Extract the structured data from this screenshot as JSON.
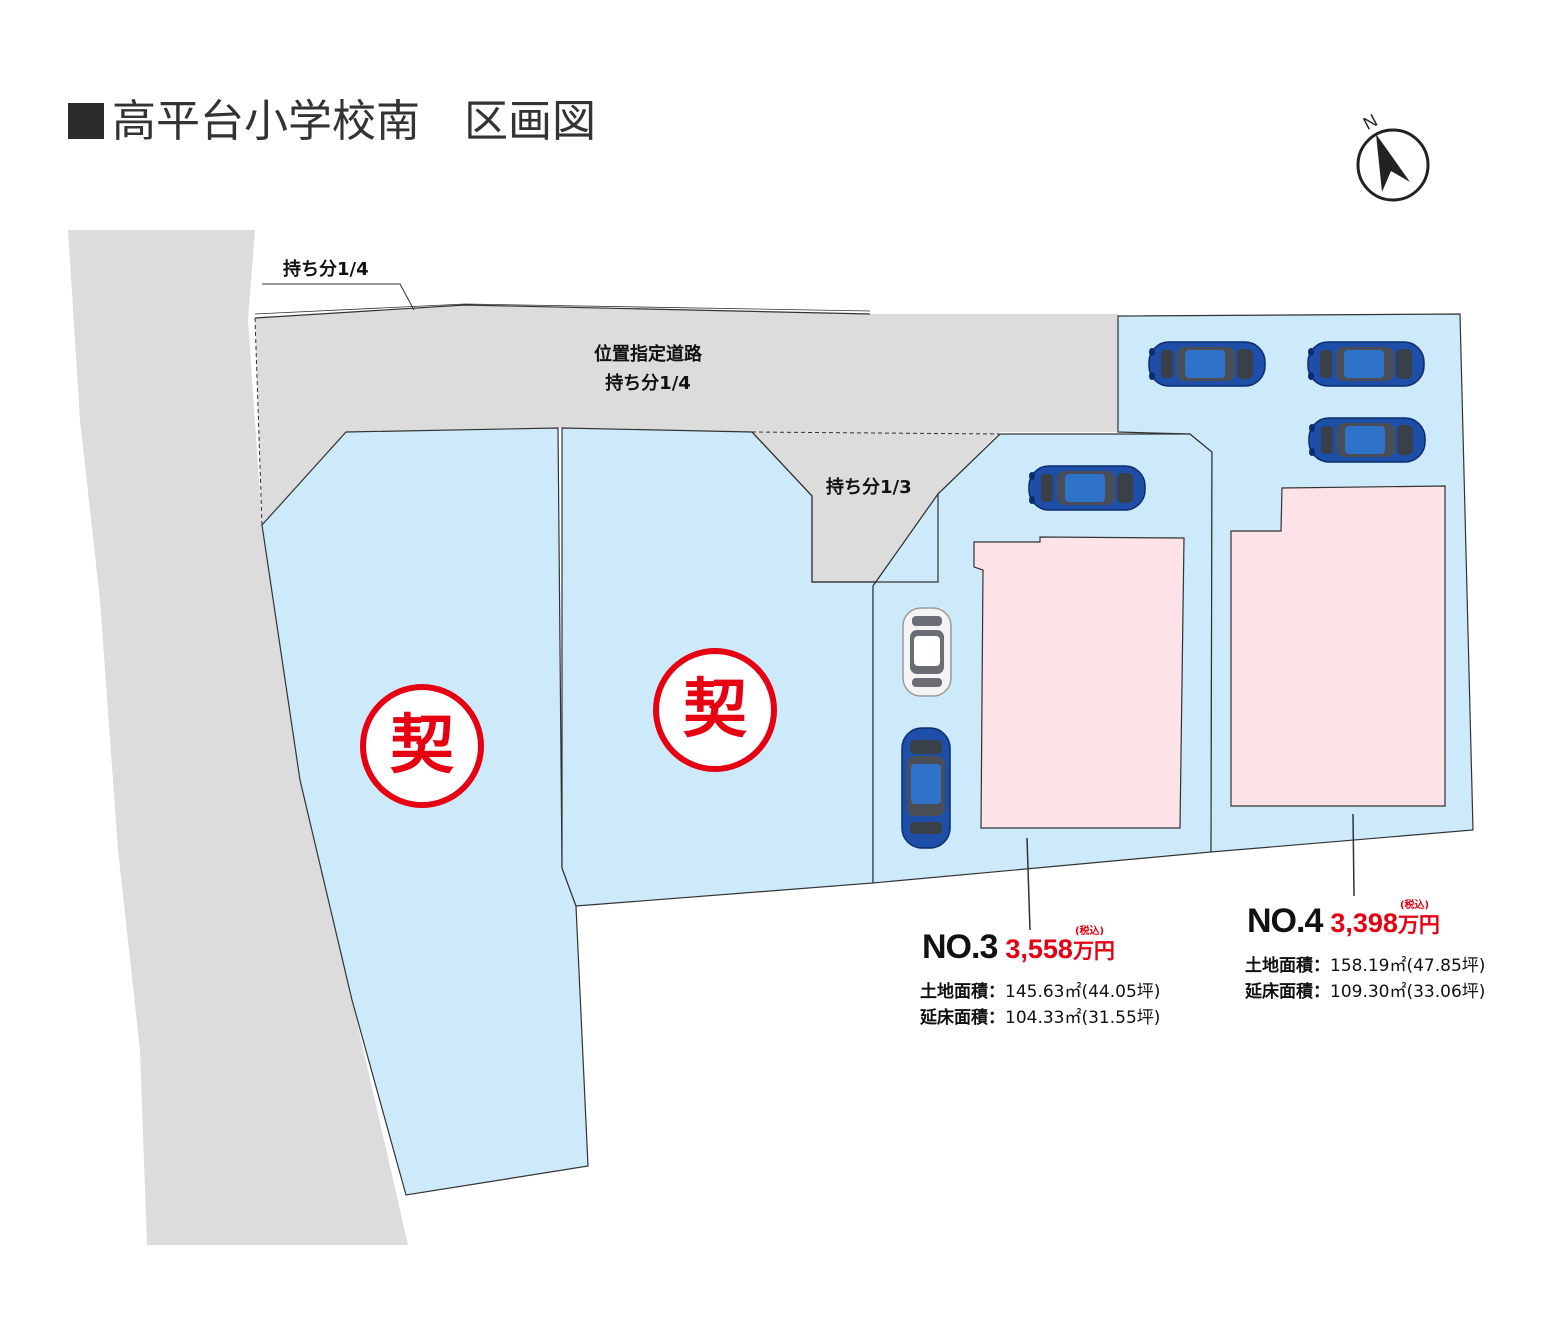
{
  "title": "高平台小学校南　区画図",
  "compass": {
    "label": "N"
  },
  "labels": {
    "share_top": "持ち分1/4",
    "road_name": "位置指定道路",
    "road_share": "持ち分1/4",
    "share_mid": "持ち分1/3"
  },
  "sold_lots": [
    {
      "badge": "契"
    },
    {
      "badge": "契"
    }
  ],
  "lots": [
    {
      "no": "NO.3",
      "price": "3,558",
      "unit": "万円",
      "tax": "(税込)",
      "land_label": "土地面積：",
      "land_value": "145.63㎡(44.05坪)",
      "floor_label": "延床面積：",
      "floor_value": "104.33㎡(31.55坪)"
    },
    {
      "no": "NO.4",
      "price": "3,398",
      "unit": "万円",
      "tax": "(税込)",
      "land_label": "土地面積：",
      "land_value": "158.19㎡(47.85坪)",
      "floor_label": "延床面積：",
      "floor_value": "109.30㎡(33.06坪)"
    }
  ],
  "colors": {
    "lot_fill": "#cdeafb",
    "road_fill": "#dcdcdc",
    "house_fill": "#fde3e7",
    "accent_red": "#e60012",
    "car_blue": "#1e4fa8"
  }
}
